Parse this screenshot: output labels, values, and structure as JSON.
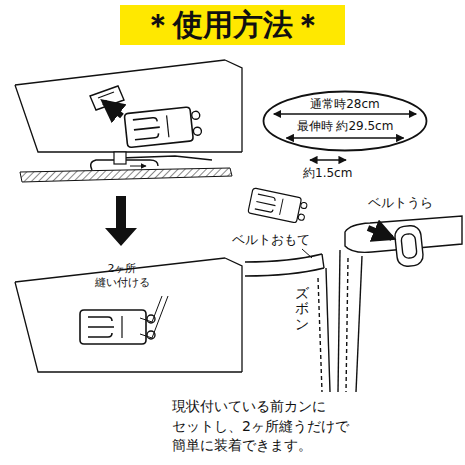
{
  "diagram": {
    "title": "＊使用方法＊",
    "caption": "現状付いている前カンに セットし、2ヶ所縫うだけで 簡単に装着できます。",
    "nodes": [
      {
        "text": [
          "通常時28cm",
          "最伸時 約29.5cm"
        ]
      }
    ],
    "labels": [
      "2ヶ所 縫い付ける",
      "約1.5cm",
      "ベルトうら",
      "ベルトおもて",
      "ズボン"
    ]
  }
}
